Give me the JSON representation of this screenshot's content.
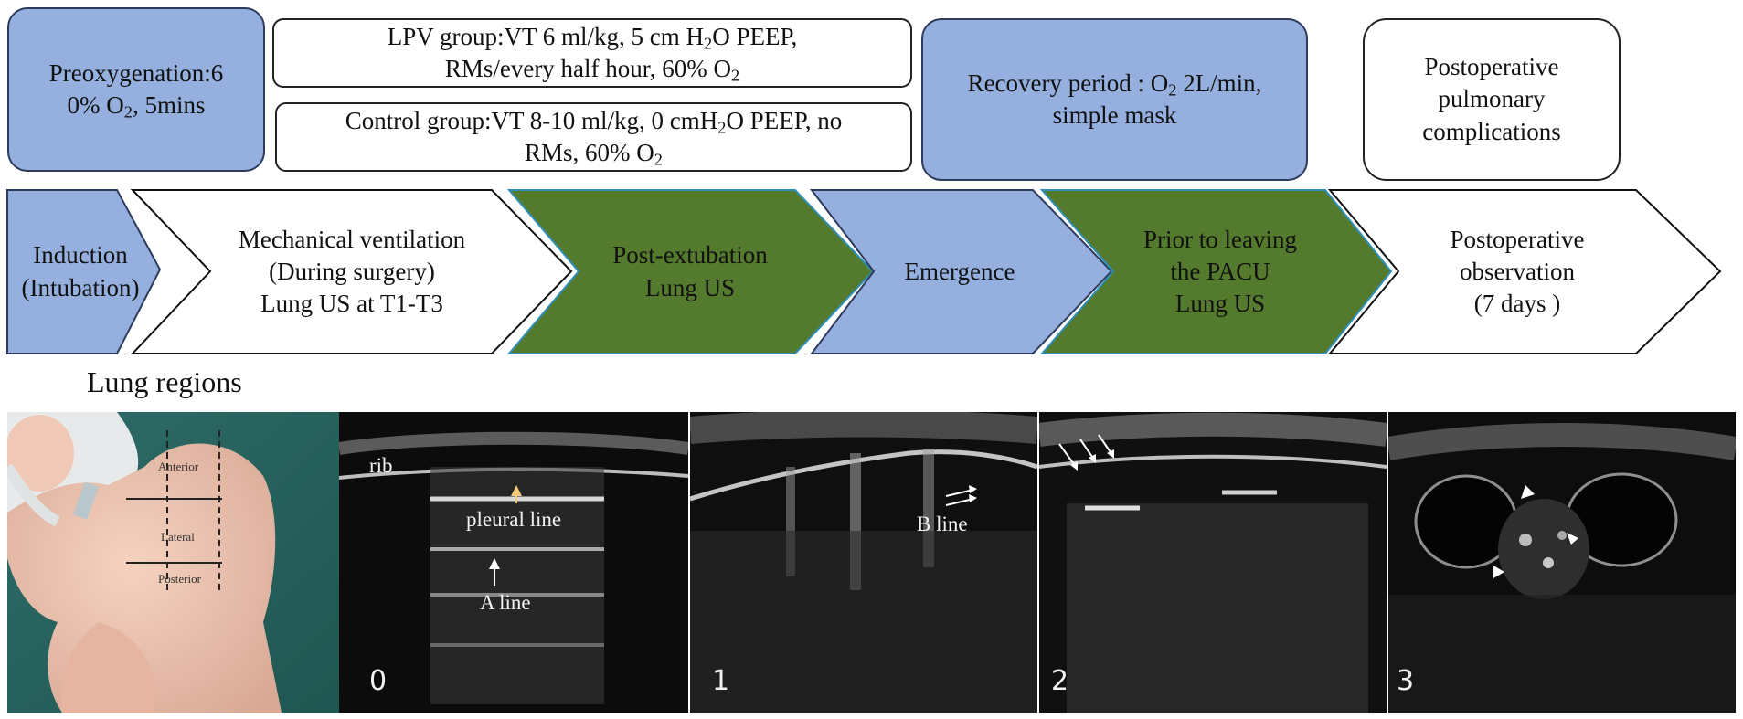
{
  "top_boxes": {
    "preoxygenation": {
      "line1": "Preoxygenation:6",
      "line2_pre": "0% O",
      "line2_sub": "2",
      "line2_post": ", 5mins"
    },
    "lpv": {
      "line1_pre": "LPV group:VT 6 ml/kg, 5 cm H",
      "line1_sub": "2",
      "line1_post": "O PEEP,",
      "line2_pre": "RMs/every half hour, 60% O",
      "line2_sub": "2"
    },
    "control": {
      "line1_pre": "Control group:VT 8-10 ml/kg, 0 cmH",
      "line1_sub": "2",
      "line1_post": "O PEEP, no",
      "line2_pre": "RMs, 60% O",
      "line2_sub": "2"
    },
    "recovery": {
      "line1_pre": "Recovery period : O",
      "line1_sub": "2",
      "line1_post": " 2L/min,",
      "line2": "simple mask"
    },
    "ppc": {
      "line1": "Postoperative",
      "line2": "pulmonary",
      "line3": "complications"
    }
  },
  "steps": [
    {
      "lines": [
        "Induction",
        "(Intubation)"
      ]
    },
    {
      "lines": [
        "Mechanical ventilation",
        "(During surgery)",
        "Lung US at T1-T3"
      ]
    },
    {
      "lines": [
        "Post-extubation",
        "Lung US"
      ]
    },
    {
      "lines": [
        "Emergence"
      ]
    },
    {
      "lines": [
        "Prior to leaving",
        "the PACU",
        "Lung US"
      ]
    },
    {
      "lines": [
        "Postoperative",
        "observation",
        "(7 days )"
      ]
    }
  ],
  "section_label": "Lung regions",
  "photo_regions": {
    "anterior": "Anterior",
    "lateral": "Lateral",
    "posterior": "Posterior"
  },
  "ultrasound": {
    "panel0": {
      "number": "0",
      "rib": "rib",
      "pleural": "pleural line",
      "aline": "A line"
    },
    "panel1": {
      "number": "1",
      "bline": "B line"
    },
    "panel2": {
      "number": "2"
    },
    "panel3": {
      "number": "3"
    }
  },
  "colors": {
    "blue": "#95b0de",
    "green": "#547a2e",
    "white": "#ffffff"
  }
}
